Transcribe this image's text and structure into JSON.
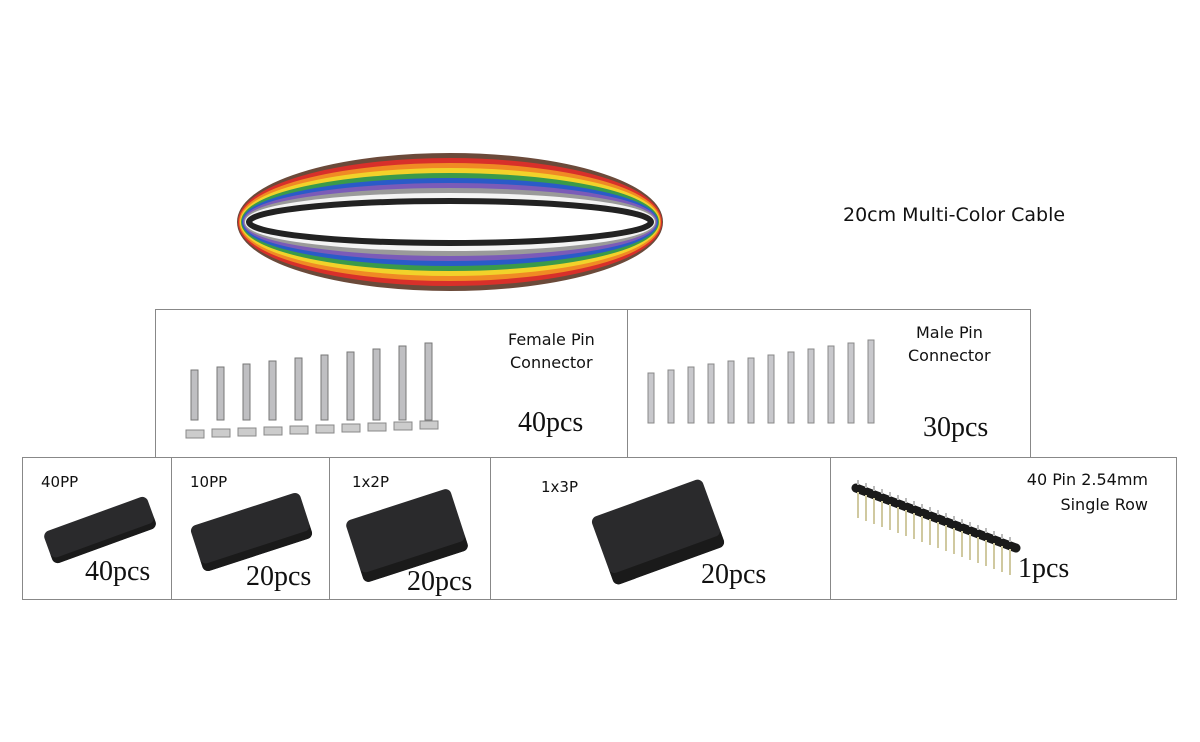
{
  "cable": {
    "label": "20cm Multi-Color Cable",
    "colors": [
      "#6b4a3a",
      "#d8302a",
      "#f08a24",
      "#f2d22a",
      "#3a9a4a",
      "#2a5bc8",
      "#7b5bb8",
      "#9a9a9a",
      "#f4f4f4",
      "#222222"
    ]
  },
  "female": {
    "title1": "Female Pin",
    "title2": "Connector",
    "count": "40pcs"
  },
  "male": {
    "title1": "Male Pin",
    "title2": "Connector",
    "count": "30pcs"
  },
  "housings": [
    {
      "label": "40PP",
      "count": "40pcs"
    },
    {
      "label": "10PP",
      "count": "20pcs"
    },
    {
      "label": "1x2P",
      "count": "20pcs"
    },
    {
      "label": "1x3P",
      "count": "20pcs"
    }
  ],
  "header": {
    "title1": "40 Pin 2.54mm",
    "title2": "Single Row",
    "count": "1pcs"
  }
}
